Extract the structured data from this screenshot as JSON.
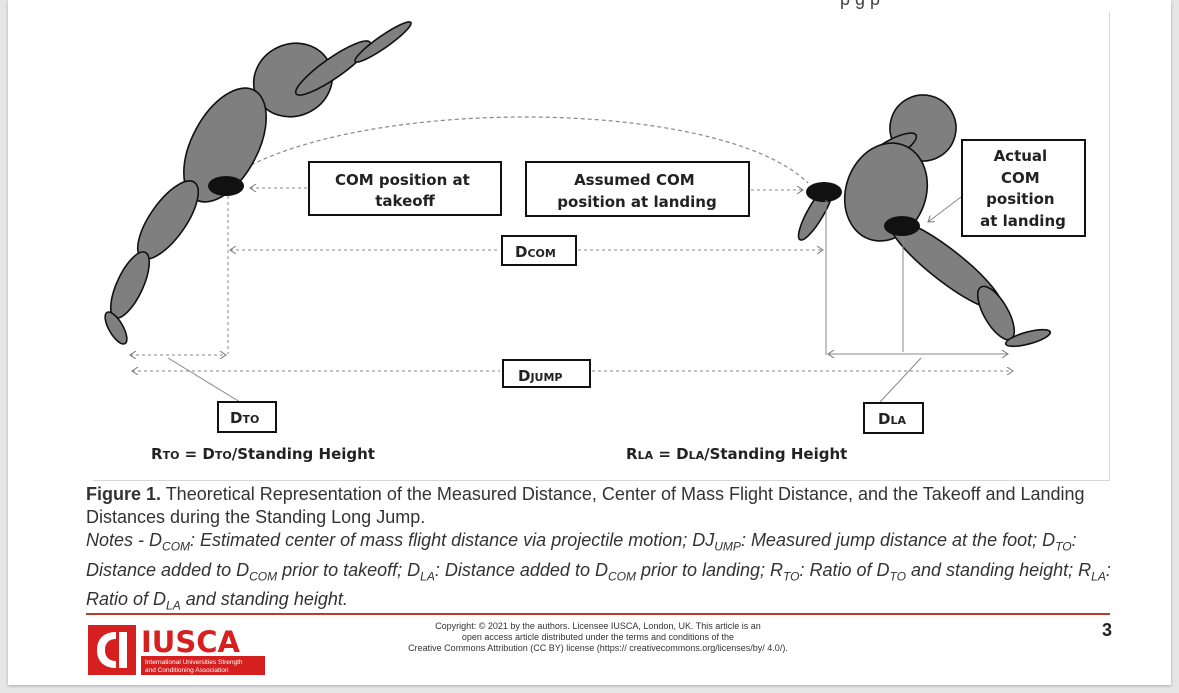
{
  "header": {
    "fragment": "p               g   p"
  },
  "figure": {
    "label_com_takeoff_line1": "COM position at",
    "label_com_takeoff_line2": "takeoff",
    "label_assumed_line1": "Assumed COM",
    "label_assumed_line2": "position at landing",
    "label_actual_line1": "Actual",
    "label_actual_line2": "COM",
    "label_actual_line3": "position",
    "label_actual_line4": "at landing",
    "dcom": {
      "main": "D",
      "sub": "COM"
    },
    "djump": {
      "main": "D",
      "sub": "JUMP"
    },
    "dto": {
      "main": "D",
      "sub": "TO"
    },
    "dla": {
      "main": "D",
      "sub": "LA"
    },
    "rto_formula": {
      "r": "R",
      "r_sub": "TO",
      "eq": " = D",
      "d_sub": "TO",
      "rest": "/Standing  Height"
    },
    "rla_formula": {
      "r": "R",
      "r_sub": "LA",
      "eq": " = D",
      "d_sub": "LA",
      "rest": "/Standing  Height"
    }
  },
  "caption": {
    "label": "Figure 1.",
    "text": " Theoretical Representation of the Measured Distance, Center of Mass Flight Distance, and the Takeoff and Landing Distances during the Standing Long Jump.",
    "notes": {
      "p1": "Notes - D",
      "s1": "COM",
      "p2": ": Estimated center of mass flight distance via projectile motion; DJ",
      "s2": "UMP",
      "p3": ": Measured jump distance at the foot; D",
      "s3": "TO",
      "p4": ": Distance added to D",
      "s4": "COM",
      "p5": " prior to takeoff; D",
      "s5": "LA",
      "p6": ": Distance added to D",
      "s6": "COM",
      "p7": " prior to landing; R",
      "s7": "TO",
      "p8": ": Ratio of D",
      "s8": "TO",
      "p9": " and standing height; R",
      "s9": "LA",
      "p10": ": Ratio of D",
      "s10": "LA",
      "p11": " and standing height."
    }
  },
  "footer": {
    "logo_text": "IUSCA",
    "logo_sub1": "International Universities Strength",
    "logo_sub2": "and Conditioning Association",
    "copyright_line1": "Copyright: © 2021 by the authors. Licensee IUSCA, London, UK. This article is an",
    "copyright_line2": "open access article distributed under the terms and conditions of the",
    "copyright_line3": "Creative Commons Attribution (CC BY) license (https:// creativecommons.org/licenses/by/ 4.0/).",
    "page_number": "3"
  },
  "colors": {
    "body_fill": "#7f7f7f",
    "com_marker": "#111111",
    "rule": "#c0392b",
    "logo_red": "#d62020"
  }
}
